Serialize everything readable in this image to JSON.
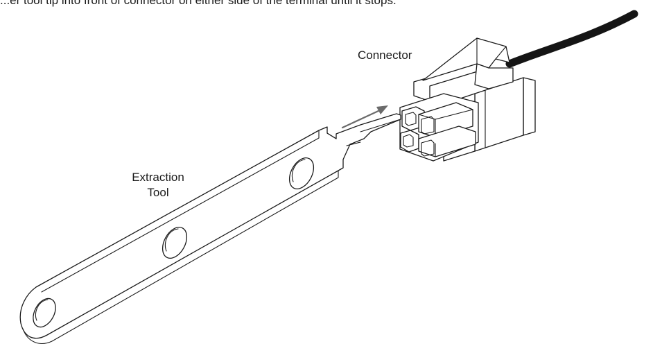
{
  "diagram": {
    "caption": "...er tool tip into front of connector on either side of the terminal until it stops.",
    "labels": {
      "connector": "Connector",
      "extraction_tool_line1": "Extraction",
      "extraction_tool_line2": "Tool"
    },
    "colors": {
      "line": "#1a1a1a",
      "arrow": "#6b6b6b",
      "cable": "#151515",
      "background": "#ffffff"
    }
  }
}
